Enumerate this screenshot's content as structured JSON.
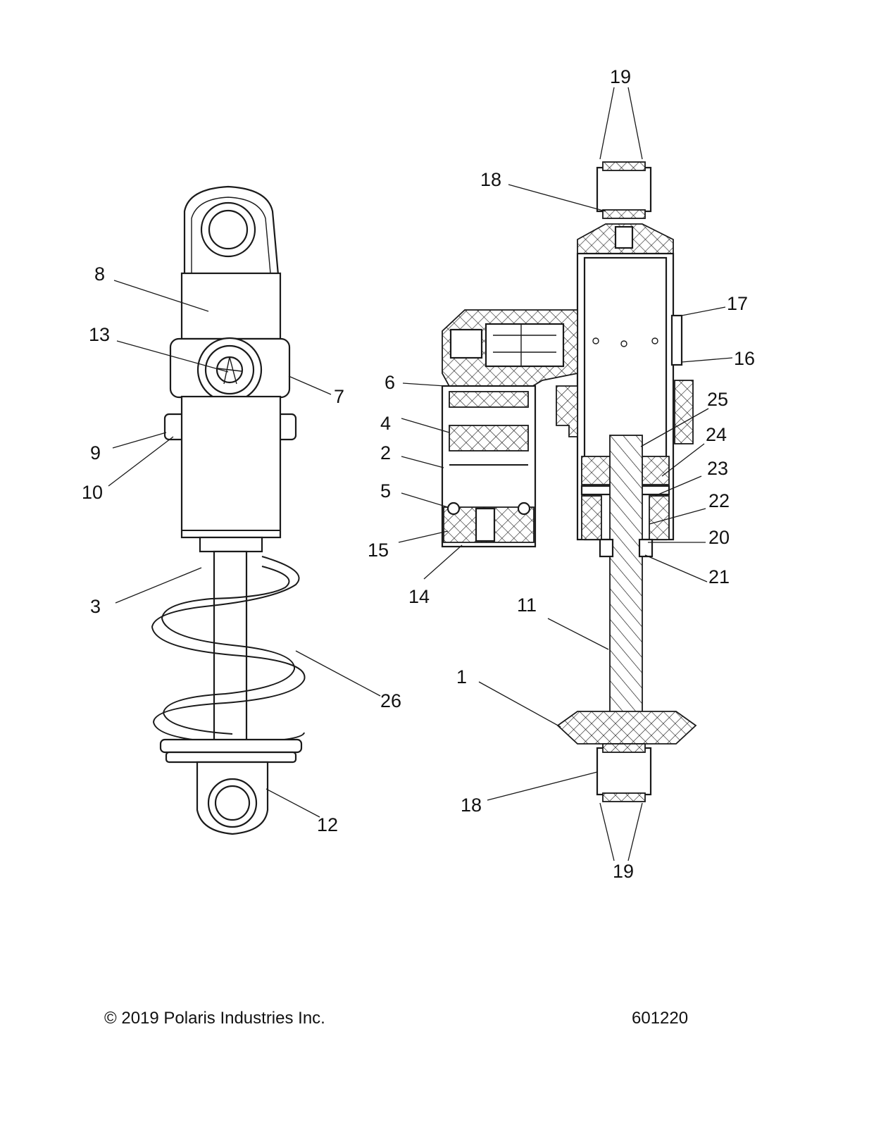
{
  "callouts": {
    "c1": "1",
    "c2": "2",
    "c3": "3",
    "c4": "4",
    "c5": "5",
    "c6": "6",
    "c7": "7",
    "c8": "8",
    "c9": "9",
    "c10": "10",
    "c11": "11",
    "c12": "12",
    "c13": "13",
    "c14": "14",
    "c15": "15",
    "c16": "16",
    "c17": "17",
    "c18_top": "18",
    "c18_bottom": "18",
    "c19_top": "19",
    "c19_bottom": "19",
    "c20": "20",
    "c21": "21",
    "c22": "22",
    "c23": "23",
    "c24": "24",
    "c25": "25",
    "c26": "26"
  },
  "footer": {
    "copyright": "© 2019 Polaris Industries Inc.",
    "figure_number": "601220"
  }
}
